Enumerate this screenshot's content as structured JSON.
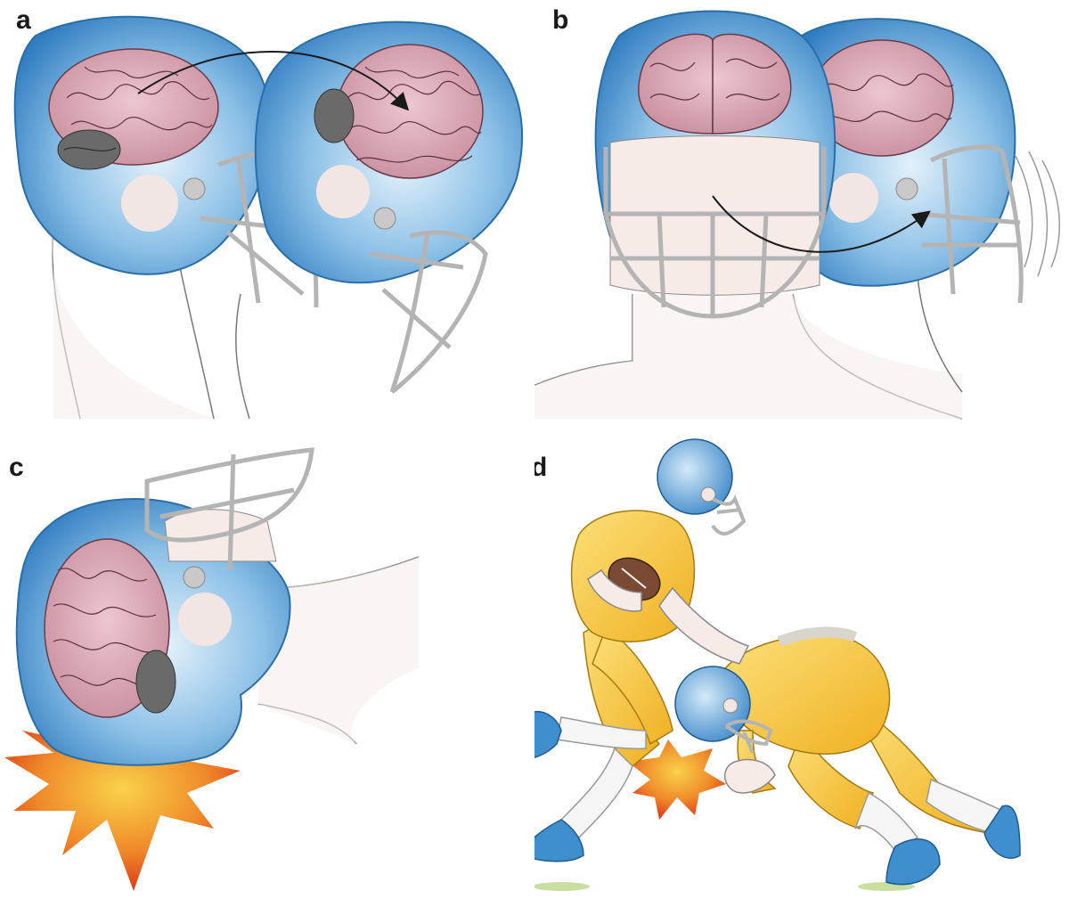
{
  "panels": [
    {
      "id": "a",
      "label": "a"
    },
    {
      "id": "b",
      "label": "b"
    },
    {
      "id": "c",
      "label": "c"
    },
    {
      "id": "d",
      "label": "d"
    }
  ],
  "colors": {
    "helmet": "#3f8fcf",
    "helmet_light": "#d9ecf8",
    "brain": "#d9a6b5",
    "brain_line": "#5a3040",
    "skin": "#f5ece8",
    "facemask": "#b4b4b4",
    "jersey": "#f6c233",
    "sock": "#f2f2f2",
    "impact_outer": "#e8481c",
    "impact_inner": "#f6c13a",
    "arrow": "#1a1a1a"
  },
  "icons": [
    "brain-icon",
    "helmet-icon",
    "facemask-icon",
    "impact-burst-icon",
    "football-icon"
  ]
}
